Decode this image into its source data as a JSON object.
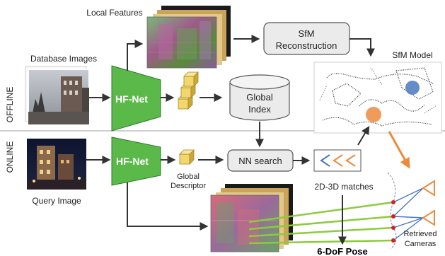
{
  "side_labels": {
    "offline": "OFFLINE",
    "online": "ONLINE"
  },
  "image_labels": {
    "database": "Database Images",
    "local_features": "Local Features",
    "sfm_model": "SfM Model",
    "query": "Query Image"
  },
  "blocks": {
    "hfnet_offline": "HF-Net",
    "hfnet_online": "HF-Net",
    "sfm_reconstruction_line1": "SfM",
    "sfm_reconstruction_line2": "Reconstruction",
    "global_index_line1": "Global",
    "global_index_line2": "Index",
    "nn_search": "NN search"
  },
  "annotations": {
    "global_descriptor_line1": "Global",
    "global_descriptor_line2": "Descriptor",
    "matches": "2D-3D matches",
    "pose": "6-DoF Pose",
    "retrieved_line1": "Retrieved",
    "retrieved_line2": "Cameras"
  },
  "colors": {
    "hfnet_fill": "#5ab948",
    "block_fill": "#ebebeb",
    "descriptor_fill": "#f2d66e",
    "retrieval_blue": "#4a78c0",
    "retrieval_orange": "#ec8a3c",
    "match_line": "#8ccb3c",
    "match_point": "#d0202a"
  }
}
